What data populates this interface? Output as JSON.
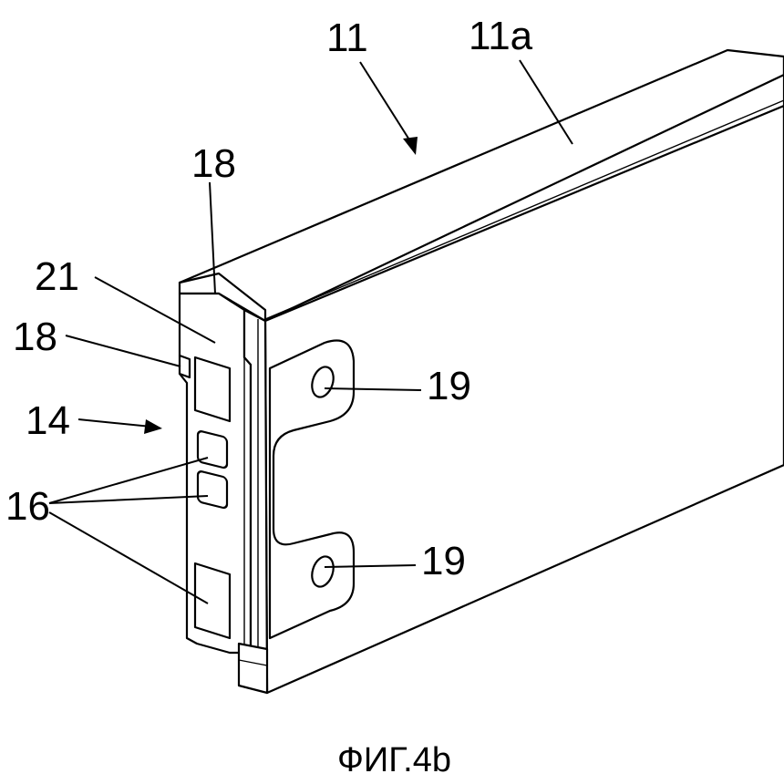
{
  "labels": {
    "part_11": "11",
    "part_11a": "11a",
    "part_18_top": "18",
    "part_21": "21",
    "part_18_side": "18",
    "part_14": "14",
    "part_16": "16",
    "part_19_upper": "19",
    "part_19_lower": "19"
  },
  "caption": "ФИГ.4b",
  "colors": {
    "line": "#000000",
    "background": "#ffffff"
  }
}
